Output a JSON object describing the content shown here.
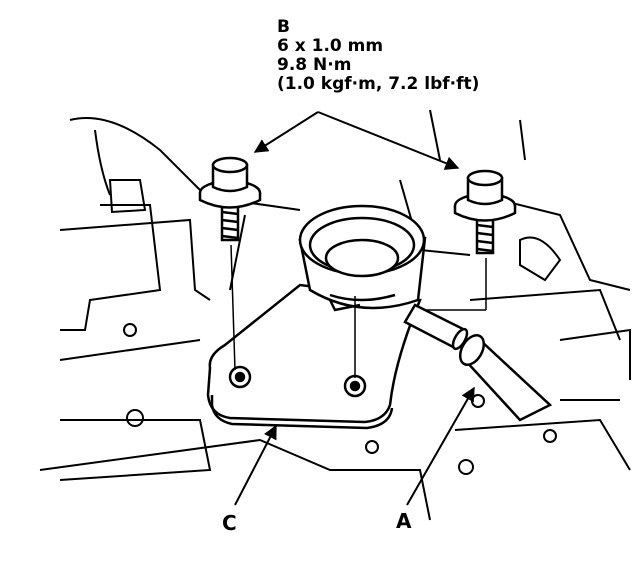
{
  "callouts": {
    "bolt": {
      "letter": "B",
      "size": "6 x 1.0 mm",
      "torque_nm": "9.8 N·m",
      "torque_alt": "(1.0 kgf·m, 7.2 lbf·ft)"
    },
    "hose": {
      "letter": "A"
    },
    "flange": {
      "letter": "C"
    }
  },
  "colors": {
    "ink": "#000000",
    "paper": "#ffffff"
  }
}
